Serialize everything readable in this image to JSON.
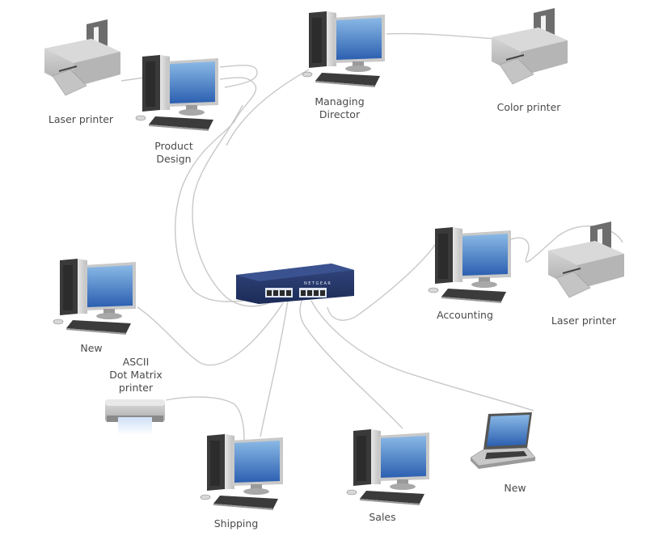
{
  "diagram": {
    "type": "network-topology",
    "hub": {
      "name": "Network switch",
      "brand": "NETGEAR",
      "ports": 8
    },
    "nodes": [
      {
        "id": "laser-printer-1",
        "kind": "printer",
        "label": "Laser printer"
      },
      {
        "id": "product-design",
        "kind": "desktop",
        "label": "Product\nDesign"
      },
      {
        "id": "managing-director",
        "kind": "desktop",
        "label": "Managing\nDirector"
      },
      {
        "id": "color-printer",
        "kind": "printer",
        "label": "Color printer"
      },
      {
        "id": "accounting",
        "kind": "desktop",
        "label": "Accounting"
      },
      {
        "id": "laser-printer-2",
        "kind": "printer",
        "label": "Laser printer"
      },
      {
        "id": "new-desktop",
        "kind": "desktop",
        "label": "New"
      },
      {
        "id": "dot-matrix-printer",
        "kind": "dot-matrix-printer",
        "label": "ASCII\nDot Matrix\nprinter"
      },
      {
        "id": "shipping",
        "kind": "desktop",
        "label": "Shipping"
      },
      {
        "id": "sales",
        "kind": "desktop",
        "label": "Sales"
      },
      {
        "id": "new-laptop",
        "kind": "laptop",
        "label": "New"
      }
    ],
    "connections": [
      [
        "laser-printer-1",
        "product-design"
      ],
      [
        "product-design",
        "switch"
      ],
      [
        "product-design",
        "switch"
      ],
      [
        "managing-director",
        "color-printer"
      ],
      [
        "managing-director",
        "switch"
      ],
      [
        "accounting",
        "laser-printer-2"
      ],
      [
        "accounting",
        "switch"
      ],
      [
        "new-desktop",
        "switch"
      ],
      [
        "dot-matrix-printer",
        "shipping"
      ],
      [
        "shipping",
        "switch"
      ],
      [
        "sales",
        "switch"
      ],
      [
        "new-laptop",
        "switch"
      ]
    ],
    "colors": {
      "cable": "#c8c8c8",
      "screen": "#3f77c4",
      "switch": "#26386b",
      "label": "#4a4a4a"
    }
  }
}
